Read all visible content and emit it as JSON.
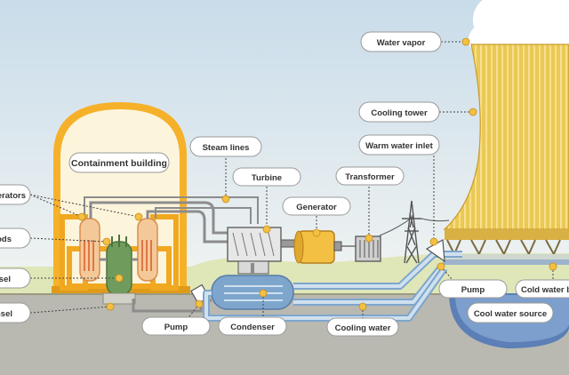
{
  "labels": {
    "water_vapor": "Water vapor",
    "cooling_tower": "Cooling tower",
    "warm_water_inlet": "Warm water inlet",
    "steam_lines": "Steam lines",
    "containment_building": "Containment building",
    "turbine": "Turbine",
    "transformer": "Transformer",
    "generator": "Generator",
    "steam_generators": "Steam generators",
    "control_rods": "Control rods",
    "reactor_vessel": "Reactor vessel",
    "pressure_vessel": "Pressure vessel",
    "pump_left": "Pump",
    "condenser": "Condenser",
    "cooling_water": "Cooling water",
    "pump_right": "Pump",
    "cold_water_basin": "Cold water basin",
    "cool_water_source": "Cool water source"
  },
  "colors": {
    "sky_top": "#c9dcea",
    "sky_bottom": "#e7eef2",
    "ground_green": "#dfe6b8",
    "ground_gray": "#b9b9b1",
    "containment_orange": "#f6b12a",
    "tower_yellow": "#f3dc7c",
    "water_blue": "#7ea6cd",
    "reactor_green": "#6f9c5c"
  }
}
